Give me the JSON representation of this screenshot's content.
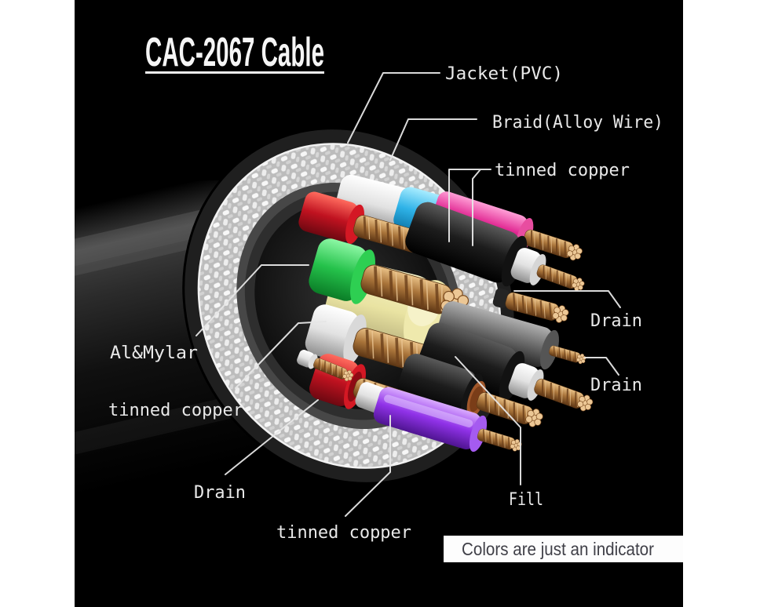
{
  "title": {
    "text": "CAC-2067 Cable"
  },
  "labels": {
    "jacket": "Jacket(PVC)",
    "braid": "Braid(Alloy Wire)",
    "tinned_top": "tinned copper",
    "drain_right_1": "Drain",
    "drain_right_2": "Drain",
    "al_mylar": "Al&Mylar",
    "tinned_left": "tinned copper",
    "drain_bottom": "Drain",
    "tinned_bottom": "tinned copper",
    "fill": "Fill",
    "note": "Colors are just an indicator"
  },
  "colors": {
    "background_panel": "#000000",
    "page_margin": "#ffffff",
    "label_text": "#e9e9e9",
    "note_text": "#3f3f47",
    "note_bar": "#fdfdfd",
    "jacket": "#111111",
    "braid": "#e9e9e9",
    "foil": "#474747",
    "copper": "#a9743a",
    "wire_colors": [
      "#c01220",
      "#25c24b",
      "#e2e2e2",
      "#2fb3e8",
      "#e02490",
      "#e9e3a2",
      "#9032e8",
      "#8f4d1f",
      "#6a6a6a",
      "#1d1d1d"
    ]
  }
}
